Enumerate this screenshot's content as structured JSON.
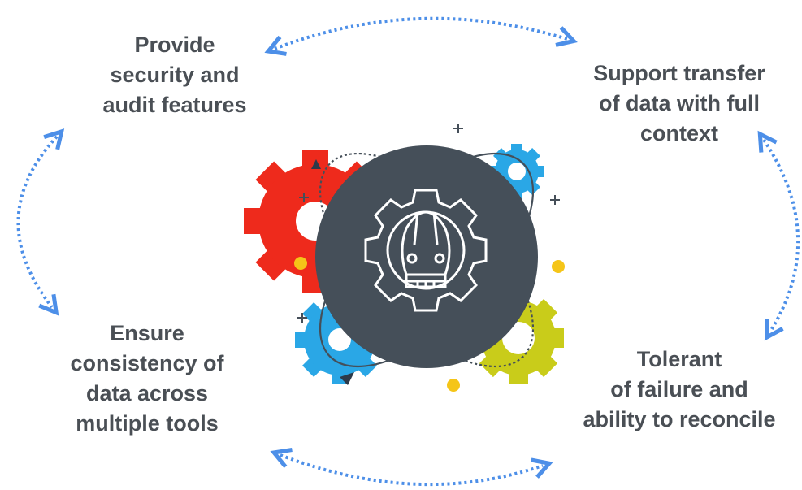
{
  "labels": {
    "top_left": [
      "Provide",
      "security and",
      "audit features"
    ],
    "top_right": [
      "Support transfer",
      "of data with full",
      "context"
    ],
    "bottom_left": [
      "Ensure",
      "consistency of",
      "data across",
      "multiple tools"
    ],
    "bottom_right": [
      "Tolerant",
      "of failure and",
      "ability to reconcile"
    ]
  },
  "colors": {
    "text": "#4a4f55",
    "arrow": "#4d8fe8",
    "hub": "#454f59",
    "gear_red": "#ee2a1c",
    "gear_blue": "#2aa7e6",
    "gear_yellow": "#c9cc1a",
    "dot_yellow": "#f5c518",
    "orbit": "#454f59"
  },
  "icons": {
    "center": "robot-gear-icon"
  }
}
